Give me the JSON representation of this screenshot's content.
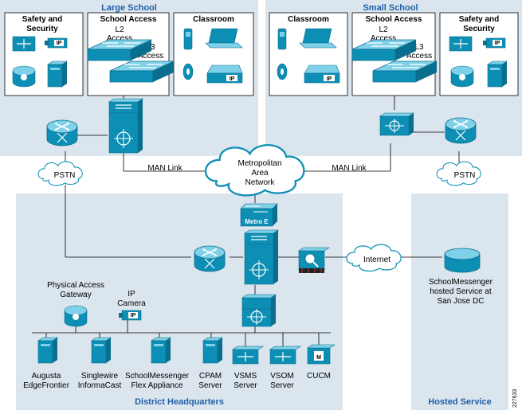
{
  "regions": {
    "large_school": "Large School",
    "small_school": "Small School",
    "district_hq": "District Headquarters",
    "hosted_service": "Hosted Service"
  },
  "large_school": {
    "safety": [
      "Safety and",
      "Security"
    ],
    "school_access": "School Access",
    "l2": [
      "L2",
      "Access"
    ],
    "l3": [
      "L3",
      "Access"
    ],
    "classroom": "Classroom"
  },
  "small_school": {
    "classroom": "Classroom",
    "school_access": "School Access",
    "l2": [
      "L2",
      "Access"
    ],
    "l3": [
      "L3",
      "Access"
    ],
    "safety": [
      "Safety and",
      "Security"
    ]
  },
  "links": {
    "man_left": "MAN Link",
    "man_right": "MAN Link",
    "pstn_left": "PSTN",
    "pstn_right": "PSTN",
    "metro_network": [
      "Metropolitan",
      "Area",
      "Network"
    ],
    "internet": "Internet",
    "metro_e": "Metro E"
  },
  "hq": {
    "pag": [
      "Physical Access",
      "Gateway"
    ],
    "camera": [
      "IP",
      "Camera"
    ],
    "servers": [
      [
        "Augusta",
        "EdgeFrontier"
      ],
      [
        "Singlewire",
        "InformaCast"
      ],
      [
        "SchoolMessenger",
        "Flex Appliance"
      ],
      [
        "CPAM",
        "Server"
      ],
      [
        "VSMS",
        "Server"
      ],
      [
        "VSOM",
        "Server"
      ],
      [
        "CUCM"
      ]
    ]
  },
  "hosted": {
    "service": [
      "SchoolMessenger",
      "hosted Service at",
      "San Jose DC"
    ]
  },
  "icon_labels": {
    "ip": "IP",
    "m": "M"
  },
  "figure_id": "227633",
  "colors": {
    "region_fill": "#dbe5ee",
    "device": "#0d8fb5",
    "device_dark": "#0a6f8e",
    "device_light": "#7fd0e8",
    "title": "#1f5fa8"
  }
}
